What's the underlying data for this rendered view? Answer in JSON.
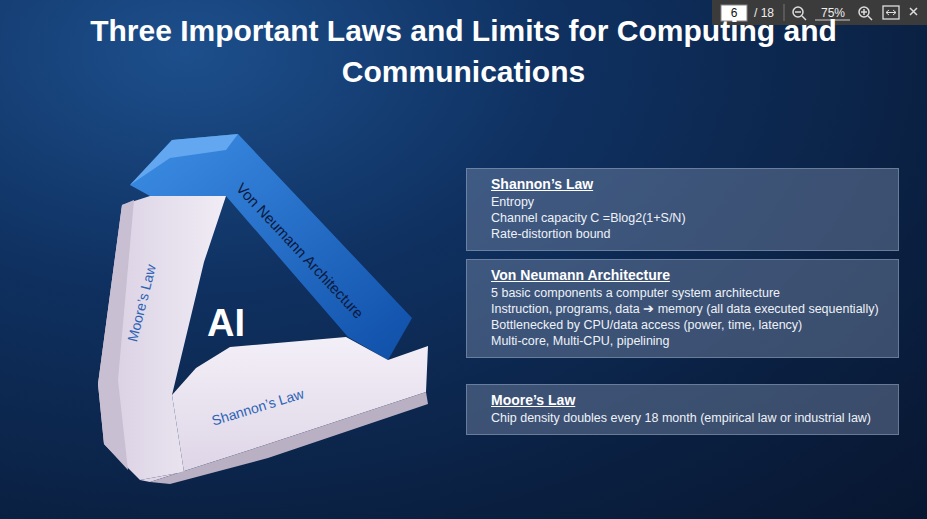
{
  "diagram": {
    "title": "Three Important Laws and Limits for Computing and Communications",
    "nodes": [
      {
        "text": [
          "Von Neumann Architecture"
        ]
      },
      {
        "text": [
          "Moore’s Law"
        ]
      },
      {
        "text": [
          "Shannon’s Law"
        ]
      },
      {
        "text": [
          "Shannon’s Law",
          "Entropy",
          "Channel capacity C =Blog2(1+S/N)",
          "Rate-distortion bound"
        ]
      },
      {
        "text": [
          "Von Neumann Architecture",
          "5 basic components a computer system architecture",
          "Instruction, programs, data ➔ memory (all data executed sequentially)",
          "Bottlenecked by CPU/data access  (power, time, latency)",
          "Multi-core, Multi-CPU, pipelining"
        ]
      },
      {
        "text": [
          "Moore’s Law",
          "Chip density doubles every 18 month  (empirical law or industrial law)"
        ]
      }
    ],
    "labels": [
      "6",
      "/ 18",
      "75%",
      "AI"
    ]
  }
}
